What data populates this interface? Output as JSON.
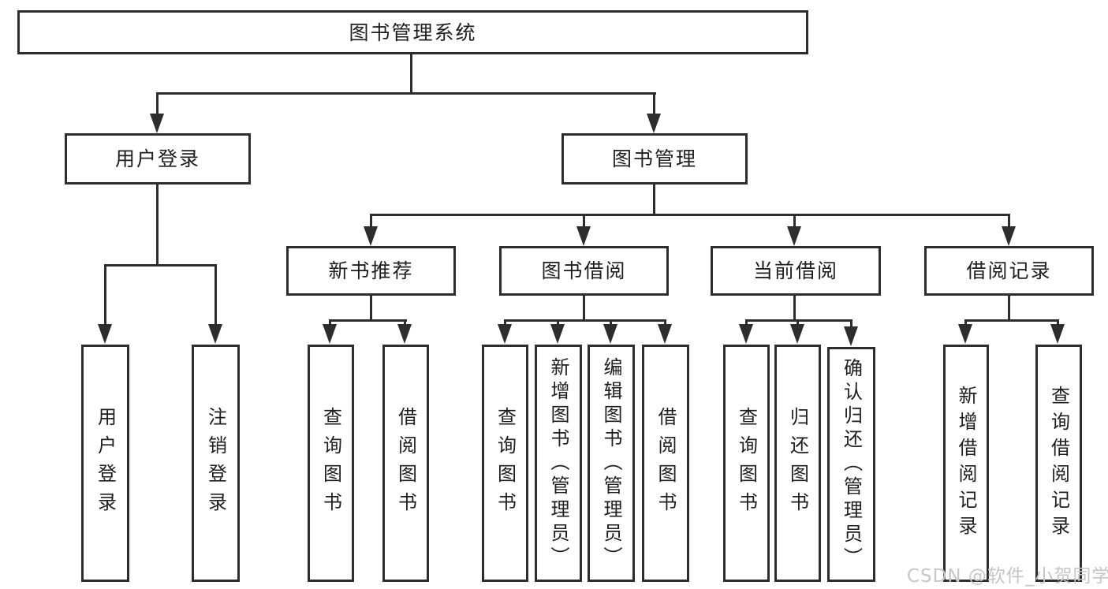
{
  "diagram_type": "hierarchy-tree",
  "tree": {
    "label": "图书管理系统",
    "children": [
      {
        "label": "用户登录",
        "children": [
          {
            "label": "用户登录"
          },
          {
            "label": "注销登录"
          }
        ]
      },
      {
        "label": "图书管理",
        "children": [
          {
            "label": "新书推荐",
            "children": [
              {
                "label": "查询图书"
              },
              {
                "label": "借阅图书"
              }
            ]
          },
          {
            "label": "图书借阅",
            "children": [
              {
                "label": "查询图书"
              },
              {
                "label": "新增图书（管理员）"
              },
              {
                "label": "编辑图书（管理员）"
              },
              {
                "label": "借阅图书"
              }
            ]
          },
          {
            "label": "当前借阅",
            "children": [
              {
                "label": "查询图书"
              },
              {
                "label": "归还图书"
              },
              {
                "label": "确认归还（管理员）"
              }
            ]
          },
          {
            "label": "借阅记录",
            "children": [
              {
                "label": "新增借阅记录"
              },
              {
                "label": "查询借阅记录"
              }
            ]
          }
        ]
      }
    ]
  },
  "watermark": {
    "text": "CSDN @软件_小贺同学"
  },
  "colors": {
    "line": "#2d2d2d",
    "box_border": "#2d2d2d",
    "box_background": "#ffffff",
    "text": "#1e1e1e",
    "watermark": "#c6c6c6",
    "background": "#ffffff"
  }
}
